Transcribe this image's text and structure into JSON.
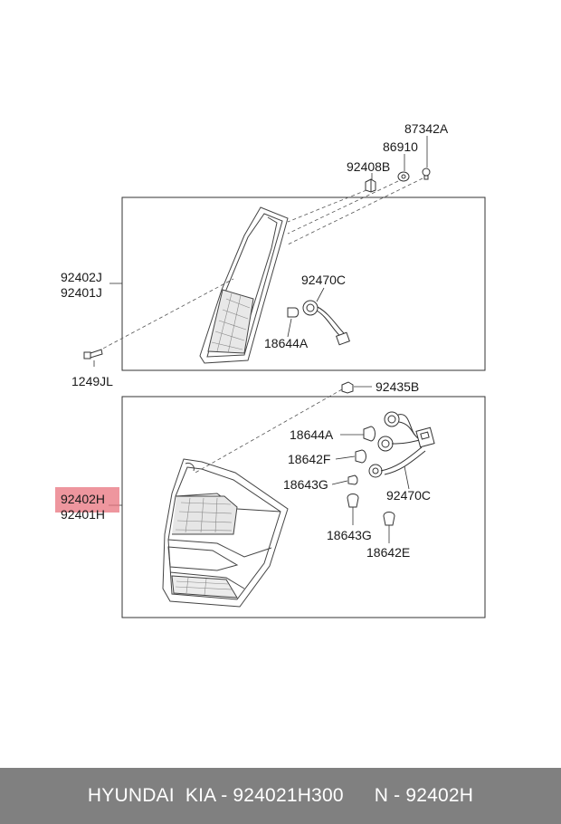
{
  "colors": {
    "highlight": "#e8737d",
    "footer_bg": "#808080",
    "line": "#333333"
  },
  "upper_labels": {
    "p87342a": "87342A",
    "p86910": "86910",
    "p92408b": "92408B",
    "p92402j": "92402J",
    "p92401j": "92401J",
    "p92470c": "92470C",
    "p18644a": "18644A",
    "p1249jl": "1249JL"
  },
  "lower_labels": {
    "p92435b": "92435B",
    "p18644a": "18644A",
    "p18642f": "18642F",
    "p18643g_a": "18643G",
    "p92470c": "92470C",
    "p92402h": "92402H",
    "p92401h": "92401H",
    "p18643g_b": "18643G",
    "p18642e": "18642E"
  },
  "footer": {
    "brand": "HYUNDAI  KIA - 924021H300",
    "ref": "N - 92402H"
  }
}
